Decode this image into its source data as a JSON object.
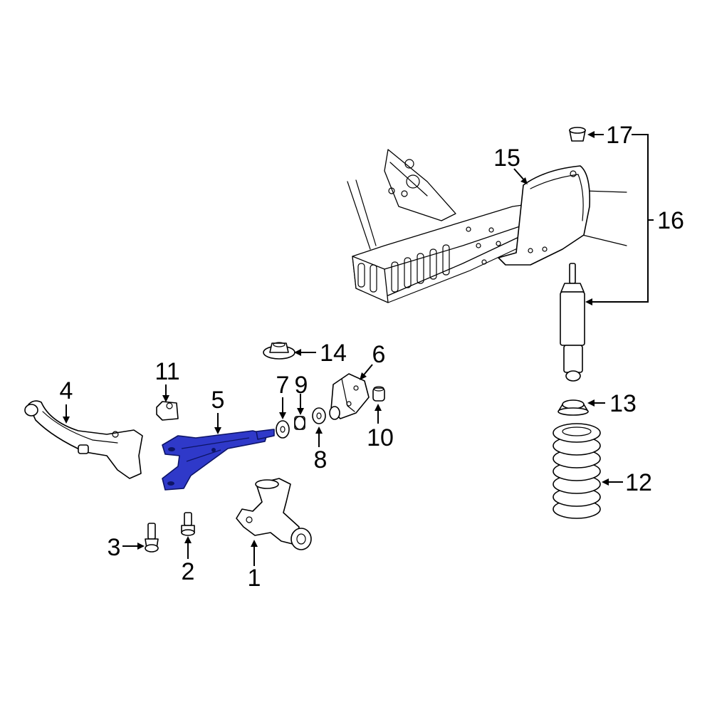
{
  "diagram": {
    "highlight_color": "#2f39c9",
    "callouts": [
      {
        "id": "1",
        "label": "1",
        "part": "steering knuckle"
      },
      {
        "id": "2",
        "label": "2",
        "part": "upper ball joint"
      },
      {
        "id": "3",
        "label": "3",
        "part": "lower ball joint"
      },
      {
        "id": "4",
        "label": "4",
        "part": "lower control arm"
      },
      {
        "id": "5",
        "label": "5",
        "part": "upper control arm"
      },
      {
        "id": "6",
        "label": "6",
        "part": "upper arm bracket"
      },
      {
        "id": "7",
        "label": "7",
        "part": "washer"
      },
      {
        "id": "8",
        "label": "8",
        "part": "washer"
      },
      {
        "id": "9",
        "label": "9",
        "part": "bushing"
      },
      {
        "id": "10",
        "label": "10",
        "part": "bushing"
      },
      {
        "id": "11",
        "label": "11",
        "part": "bump stop"
      },
      {
        "id": "12",
        "label": "12",
        "part": "coil spring"
      },
      {
        "id": "13",
        "label": "13",
        "part": "spring insulator"
      },
      {
        "id": "14",
        "label": "14",
        "part": "spring seat"
      },
      {
        "id": "15",
        "label": "15",
        "part": "shock tower"
      },
      {
        "id": "16",
        "label": "16",
        "part": "shock absorber"
      },
      {
        "id": "17",
        "label": "17",
        "part": "bushing"
      }
    ]
  }
}
